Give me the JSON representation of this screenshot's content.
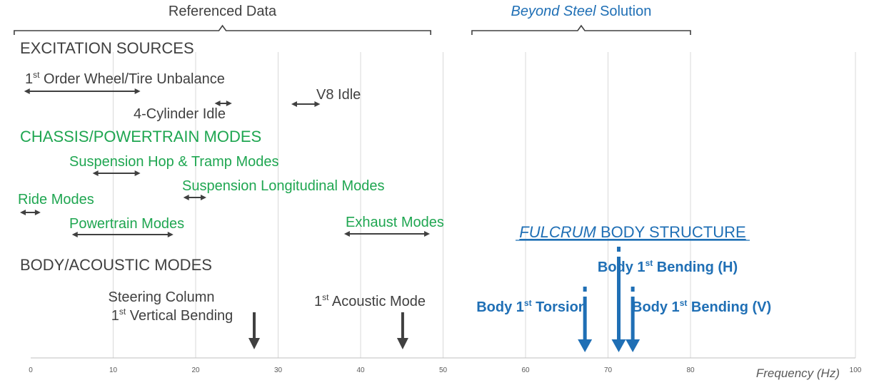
{
  "chart_data": {
    "type": "range-annotation",
    "x_axis": {
      "label": "Frequency (Hz)",
      "range": [
        0,
        100
      ],
      "ticks": [
        0,
        10,
        20,
        30,
        40,
        50,
        60,
        70,
        80,
        100
      ],
      "grid": true
    },
    "brackets": [
      {
        "label": "Referenced Data",
        "from": -2,
        "to": 48.5,
        "color": "#404040"
      },
      {
        "label_italic": "Beyond Steel",
        "label_rest": " Solution",
        "from": 53.5,
        "to": 80,
        "color": "#1f6fb5"
      }
    ],
    "sections": [
      {
        "label": "EXCITATION SOURCES",
        "color": "#404040"
      },
      {
        "label": "CHASSIS/POWERTRAIN MODES",
        "color": "#1fa651"
      },
      {
        "label": "BODY/ACOUSTIC MODES",
        "color": "#404040"
      }
    ],
    "ranges": [
      {
        "base": "1",
        "sup": "st",
        "rest": " Order Wheel/Tire Unbalance",
        "from": -0.8,
        "to": 13.3,
        "group": "excitation"
      },
      {
        "label": "4-Cylinder Idle",
        "from": 22.3,
        "to": 24.4,
        "group": "excitation"
      },
      {
        "label": "V8 Idle",
        "from": 31.6,
        "to": 35.1,
        "group": "excitation"
      },
      {
        "label": "Suspension Hop & Tramp Modes",
        "from": 7.5,
        "to": 13.3,
        "group": "chassis"
      },
      {
        "label": "Suspension Longitudinal Modes",
        "from": 18.5,
        "to": 21.3,
        "group": "chassis"
      },
      {
        "label": "Ride Modes",
        "from": -1.3,
        "to": 1.2,
        "group": "chassis"
      },
      {
        "label": "Powertrain Modes",
        "from": 5.0,
        "to": 17.3,
        "group": "chassis"
      },
      {
        "label": "Exhaust Modes",
        "from": 38.0,
        "to": 48.4,
        "group": "chassis"
      }
    ],
    "reference_arrows": [
      {
        "line1": "Steering Column",
        "base": "1",
        "sup": "st",
        "rest": " Vertical Bending",
        "x": 27.1,
        "color": "#404040"
      },
      {
        "base": "1",
        "sup": "st",
        "rest": " Acoustic Mode",
        "x": 45.1,
        "color": "#404040"
      }
    ],
    "fulcrum": {
      "title_italic": "FULCRUM",
      "title_rest": " BODY STRUCTURE",
      "color": "#1f6fb5",
      "arrows": [
        {
          "pre": "Body 1",
          "sup": "st",
          "post": " Torsion",
          "x": 67.2
        },
        {
          "pre": "Body 1",
          "sup": "st",
          "post": " Bending (H)",
          "x": 71.3
        },
        {
          "pre": "Body 1",
          "sup": "st",
          "post": " Bending (V)",
          "x": 73.0
        }
      ]
    }
  }
}
